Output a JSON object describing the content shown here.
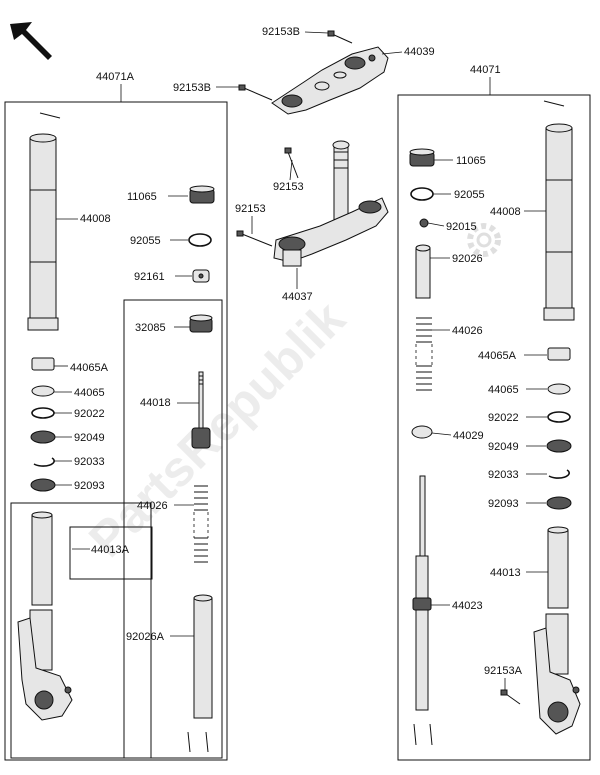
{
  "watermark": "PartsRepublik",
  "groups": {
    "left_assembly": "44071A",
    "right_assembly": "44071",
    "inner_left": "44013A"
  },
  "labels": {
    "p44039": "44039",
    "p92153B_top": "92153B",
    "p92153B_mid": "92153B",
    "p92153_a": "92153",
    "p92153_b": "92153",
    "p44037": "44037",
    "L_44008": "44008",
    "L_11065": "11065",
    "L_92055": "92055",
    "L_92161": "92161",
    "L_32085": "32085",
    "L_44065A": "44065A",
    "L_44065": "44065",
    "L_92022": "92022",
    "L_92049": "92049",
    "L_92033": "92033",
    "L_92093": "92093",
    "L_44018": "44018",
    "L_44026": "44026",
    "L_92026A": "92026A",
    "R_11065": "11065",
    "R_92055": "92055",
    "R_92015": "92015",
    "R_92026": "92026",
    "R_44026": "44026",
    "R_44029": "44029",
    "R_44023": "44023",
    "R_44008": "44008",
    "R_44065A": "44065A",
    "R_44065": "44065",
    "R_92022": "92022",
    "R_92049": "92049",
    "R_92033": "92033",
    "R_92093": "92093",
    "R_44013": "44013",
    "R_92153A": "92153A"
  }
}
